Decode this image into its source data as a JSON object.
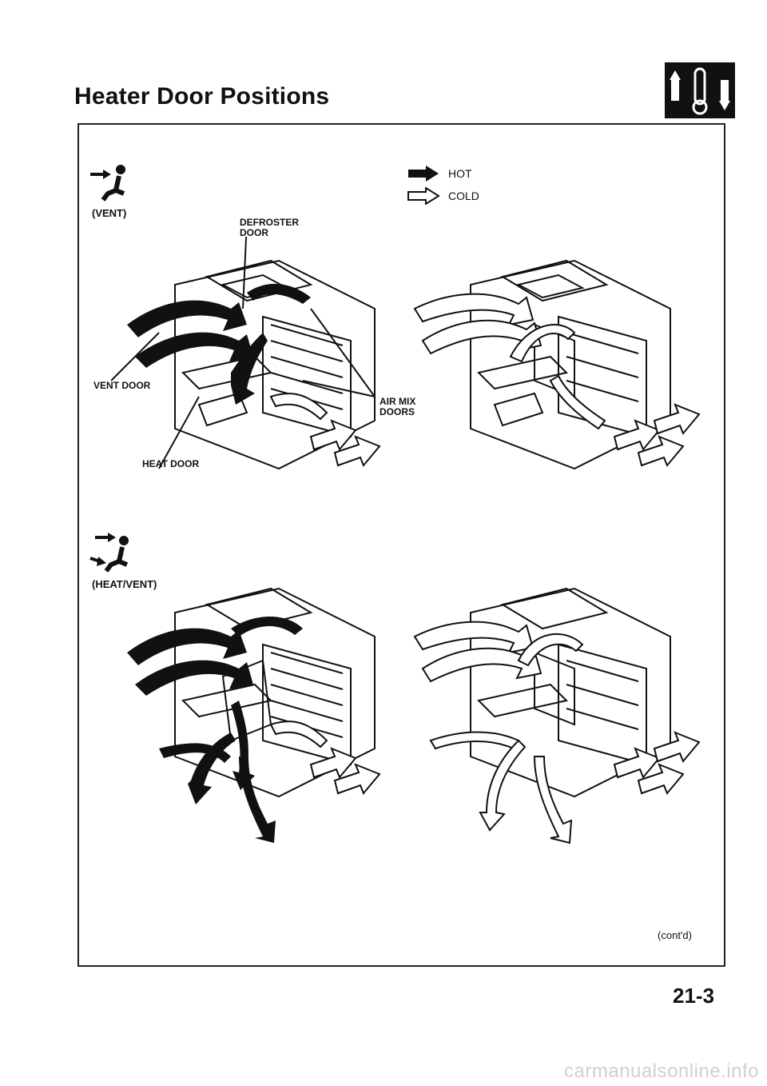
{
  "page": {
    "title": "Heater Door Positions",
    "page_number": "21-3",
    "continued": "(cont'd)",
    "watermark": "carmanualsonline.info"
  },
  "icons": {
    "section": "heater-thermometer-icon",
    "vent_mode": "vent-airflow-icon",
    "heat_vent_mode": "heat-vent-airflow-icon"
  },
  "legend": {
    "hot": "HOT",
    "cold": "COLD"
  },
  "modes": [
    {
      "label": "(VENT)"
    },
    {
      "label": "(HEAT/VENT)"
    }
  ],
  "callouts": {
    "defroster_door": "DEFROSTER DOOR",
    "vent_door": "VENT DOOR",
    "air_mix_doors": "AIR MIX DOORS",
    "heat_door": "HEAT DOOR"
  }
}
